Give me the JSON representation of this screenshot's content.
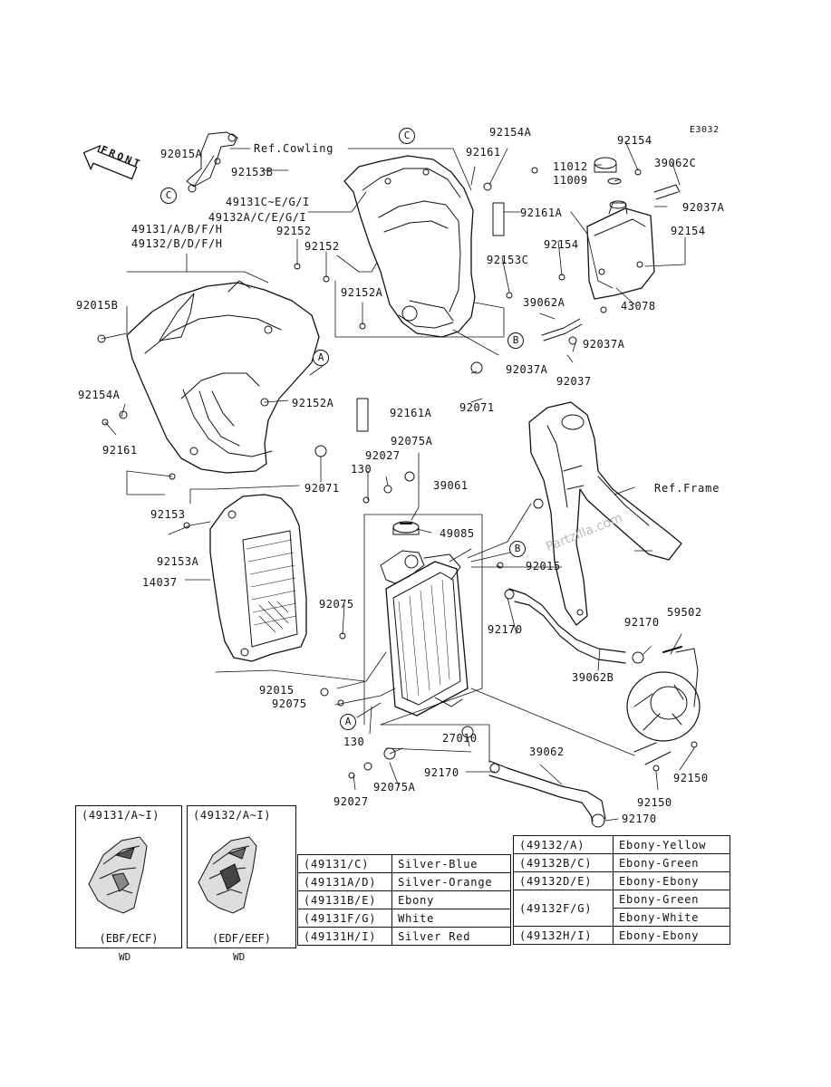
{
  "diagram_code": "E3032",
  "front_label": "FRONT",
  "watermark": "Partzilla.com",
  "refs": {
    "cowling": "Ref.Cowling",
    "frame": "Ref.Frame"
  },
  "markers": {
    "a": "A",
    "b": "B",
    "c": "C"
  },
  "parts": {
    "p92015A": "92015A",
    "p92153B": "92153B",
    "p49131CEGI": "49131C~E/G/I",
    "p49132ACEGI": "49132A/C/E/G/I",
    "p49131ABFH": "49131/A/B/F/H",
    "p49132BDFH": "49132/B/D/F/H",
    "p92152_1": "92152",
    "p92152_2": "92152",
    "p92015B": "92015B",
    "p92152A_1": "92152A",
    "p92152A_2": "92152A",
    "p92154A_1": "92154A",
    "p92154A_2": "92154A",
    "p92161_1": "92161",
    "p92161_2": "92161",
    "p92161A_1": "92161A",
    "p92161A_2": "92161A",
    "p92153C": "92153C",
    "p92071_1": "92071",
    "p92071_2": "92071",
    "p92154_1": "92154",
    "p92154_2": "92154",
    "p92154_3": "92154",
    "p11012": "11012",
    "p11009": "11009",
    "p39062C": "39062C",
    "p92037A_1": "92037A",
    "p92037A_2": "92037A",
    "p92037A_3": "92037A",
    "p92037": "92037",
    "p39062A": "39062A",
    "p43078": "43078",
    "p92075A_1": "92075A",
    "p92075A_2": "92075A",
    "p92027_1": "92027",
    "p92027_2": "92027",
    "p130_1": "130",
    "p130_2": "130",
    "p39061": "39061",
    "p49085": "49085",
    "p92153": "92153",
    "p92153A": "92153A",
    "p14037": "14037",
    "p92075_1": "92075",
    "p92075_2": "92075",
    "p92015_1": "92015",
    "p92015_2": "92015",
    "p92170_1": "92170",
    "p92170_2": "92170",
    "p92170_3": "92170",
    "p92170_4": "92170",
    "p59502": "59502",
    "p39062B": "39062B",
    "p27010": "27010",
    "p39062": "39062",
    "p92150_1": "92150",
    "p92150_2": "92150"
  },
  "inset_boxes": [
    {
      "title": "(49131/A~I)",
      "caption": "(EBF/ECF)",
      "below": "WD"
    },
    {
      "title": "(49132/A~I)",
      "caption": "(EDF/EEF)",
      "below": "WD"
    }
  ],
  "color_table_49131": [
    {
      "code": "(49131/C)",
      "color": "Silver-Blue"
    },
    {
      "code": "(49131A/D)",
      "color": "Silver-Orange"
    },
    {
      "code": "(49131B/E)",
      "color": "Ebony"
    },
    {
      "code": "(49131F/G)",
      "color": "White"
    },
    {
      "code": "(49131H/I)",
      "color": "Silver Red"
    }
  ],
  "color_table_49132": {
    "r1": {
      "code": "(49132/A)",
      "color": "Ebony-Yellow"
    },
    "r2": {
      "code": "(49132B/C)",
      "color": "Ebony-Green"
    },
    "r3": {
      "code": "(49132D/E)",
      "color": "Ebony-Ebony"
    },
    "r4": {
      "code": "(49132F/G)",
      "color_a": "Ebony-Green",
      "color_b": "Ebony-White"
    },
    "r5": {
      "code": "(49132H/I)",
      "color": "Ebony-Ebony"
    }
  }
}
